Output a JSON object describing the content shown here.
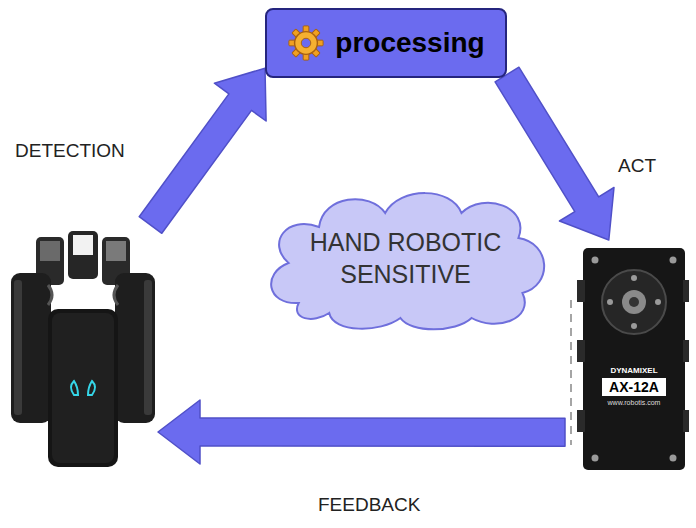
{
  "diagram": {
    "nodes": [
      {
        "text": [
          "processing"
        ]
      },
      {
        "text": [
          "HAND ROBOTIC SENSITIVE"
        ]
      },
      {
        "text": []
      },
      {
        "text": [
          "DYNAMIXEL",
          "AX-12A",
          "www.robotis.com"
        ]
      }
    ],
    "edges": [
      {
        "from": 2,
        "to": 0,
        "arrow": "to",
        "label": "DETECTION"
      },
      {
        "from": 0,
        "to": 3,
        "arrow": "to",
        "label": "ACT"
      },
      {
        "from": 3,
        "to": 2,
        "arrow": "to",
        "label": "FEEDBACK"
      }
    ]
  }
}
